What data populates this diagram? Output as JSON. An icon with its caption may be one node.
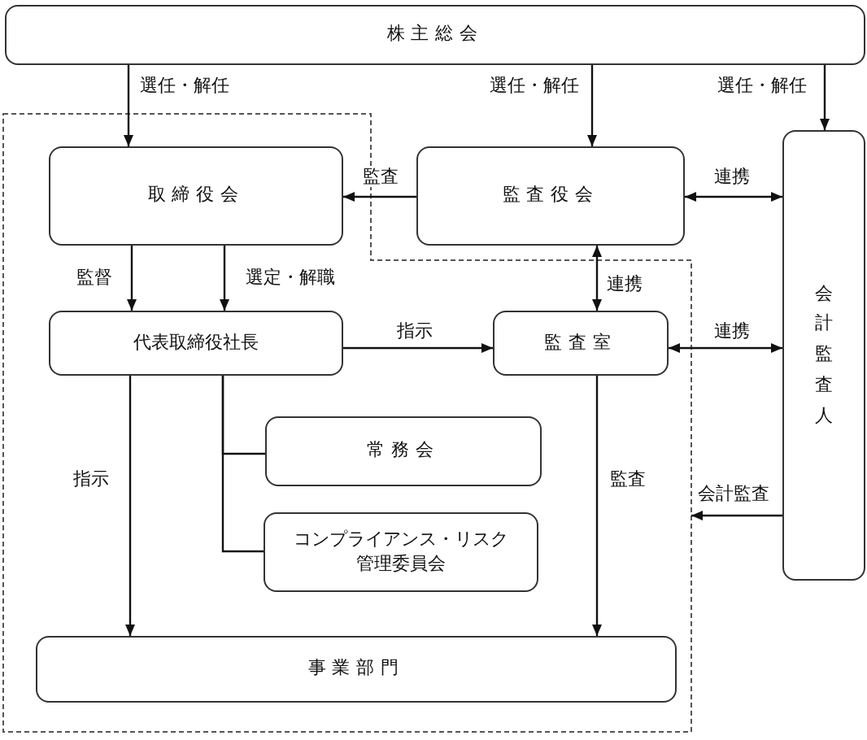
{
  "diagram": {
    "nodes": [
      {
        "text": [
          "株主総会"
        ]
      },
      {
        "text": [
          "取締役会"
        ]
      },
      {
        "text": [
          "監査役会"
        ]
      },
      {
        "text": [
          "会計監査人"
        ]
      },
      {
        "text": [
          "代表取締役社長"
        ]
      },
      {
        "text": [
          "監査室"
        ]
      },
      {
        "text": [
          "常務会"
        ]
      },
      {
        "text": [
          "コンプライアンス・リスク管理委員会"
        ]
      },
      {
        "text": [
          "事業部門"
        ]
      }
    ],
    "edges": [
      {
        "from": 0,
        "to": 1,
        "arrow": "to",
        "label": "選任・解任"
      },
      {
        "from": 0,
        "to": 2,
        "arrow": "to",
        "label": "選任・解任"
      },
      {
        "from": 0,
        "to": 3,
        "arrow": "to",
        "label": "選任・解任"
      },
      {
        "from": 2,
        "to": 1,
        "arrow": "to",
        "label": "監査"
      },
      {
        "from": 2,
        "to": 3,
        "arrow": "both",
        "label": "連携"
      },
      {
        "from": 1,
        "to": 4,
        "arrow": "to",
        "label": "監督"
      },
      {
        "from": 1,
        "to": 4,
        "arrow": "to",
        "label": "選定・解職"
      },
      {
        "from": 2,
        "to": 5,
        "arrow": "both",
        "label": "連携"
      },
      {
        "from": 4,
        "to": 5,
        "arrow": "to",
        "label": "指示"
      },
      {
        "from": 5,
        "to": 3,
        "arrow": "both",
        "label": "連携"
      },
      {
        "from": 4,
        "to": 8,
        "arrow": "to",
        "label": "指示"
      },
      {
        "from": 5,
        "to": 8,
        "arrow": "to",
        "label": "監査"
      },
      {
        "from": 4,
        "to": 6,
        "arrow": "none"
      },
      {
        "from": 4,
        "to": 7,
        "arrow": "none"
      },
      {
        "from": 3,
        "to": null,
        "arrow": "to",
        "label": "会計監査"
      }
    ]
  }
}
